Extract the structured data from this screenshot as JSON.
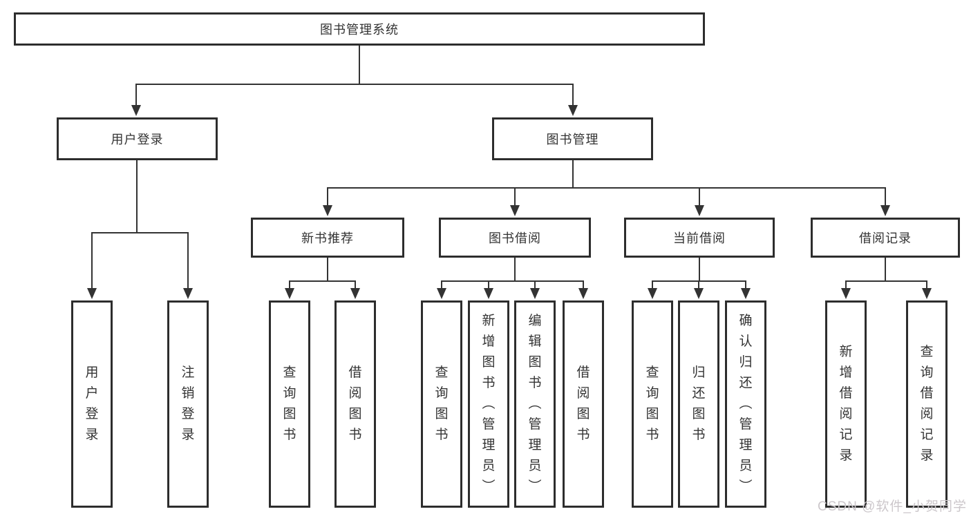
{
  "diagram": {
    "root": {
      "label": "图书管理系统"
    },
    "branches": [
      {
        "label": "用户登录",
        "children": [
          {
            "label": "用户登录"
          },
          {
            "label": "注销登录"
          }
        ]
      },
      {
        "label": "图书管理",
        "groups": [
          {
            "label": "新书推荐",
            "children": [
              {
                "label": "查询图书"
              },
              {
                "label": "借阅图书"
              }
            ]
          },
          {
            "label": "图书借阅",
            "children": [
              {
                "label": "查询图书"
              },
              {
                "label": "新增图书（管理员）"
              },
              {
                "label": "编辑图书（管理员）"
              },
              {
                "label": "借阅图书"
              }
            ]
          },
          {
            "label": "当前借阅",
            "children": [
              {
                "label": "查询图书"
              },
              {
                "label": "归还图书"
              },
              {
                "label": "确认归还（管理员）"
              }
            ]
          },
          {
            "label": "借阅记录",
            "children": [
              {
                "label": "新增借阅记录"
              },
              {
                "label": "查询借阅记录"
              }
            ]
          }
        ]
      }
    ]
  },
  "watermark": "CSDN @软件_小贺同学",
  "colors": {
    "background": "#ffffff",
    "box_border": "#2d2d2d",
    "connector_line": "#333333",
    "text": "#333333",
    "watermark_text": "#ccc7cb"
  }
}
